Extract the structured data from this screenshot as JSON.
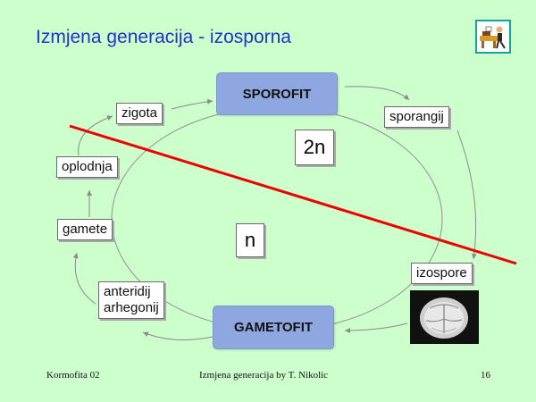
{
  "slide": {
    "title": "Izmjena generacija - izosporna",
    "nav_icon": "teacher-at-desk-icon",
    "phases": {
      "sporophyte": "SPOROFIT",
      "gametophyte": "GAMETOFIT"
    },
    "ploidy": {
      "diploid": "2n",
      "haploid": "n"
    },
    "stages": {
      "zygote": "zigota",
      "sporangium": "sporangij",
      "spores": "izospore",
      "gametangia_line1": "anteridij",
      "gametangia_line2": "arhegonij",
      "gametes": "gamete",
      "fertilization": "oplodnja"
    },
    "spore_image": "isospore-micrograph",
    "footer": {
      "left": "Kormofita 02",
      "center": "Izmjena generacija by T. Nikolic",
      "page": "16"
    },
    "colors": {
      "background": "#ccffcc",
      "title": "#2233cc",
      "phase_fill": "#8fa7e0",
      "divider_line": "#ee0000",
      "arrows": "#8a8a8a"
    }
  }
}
